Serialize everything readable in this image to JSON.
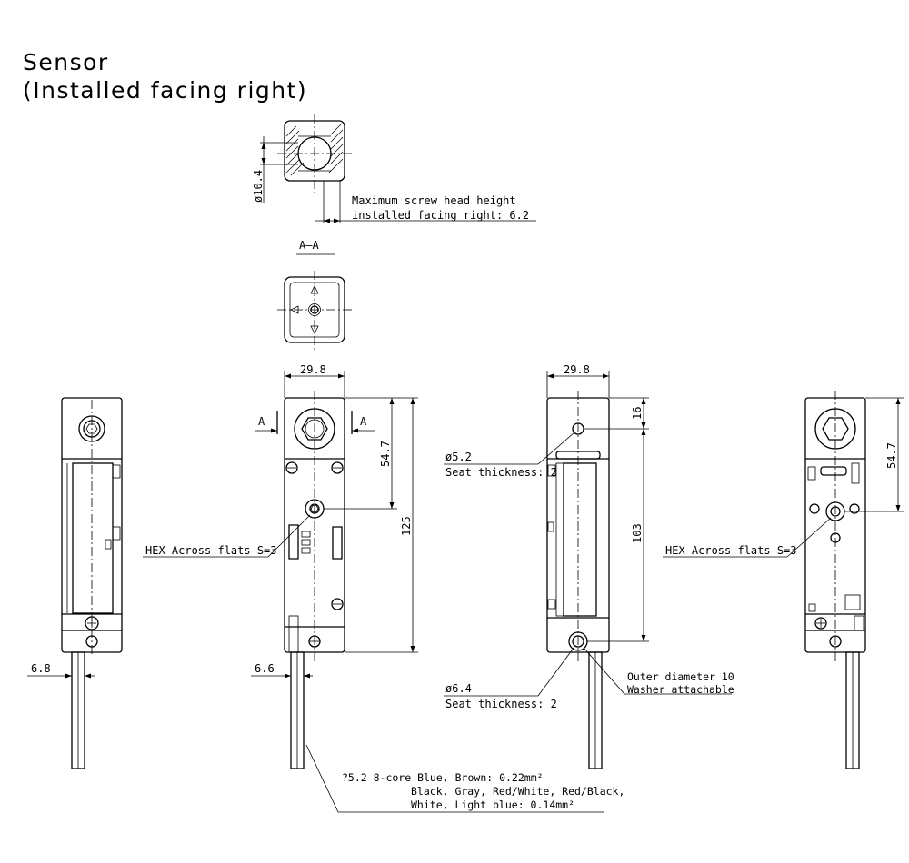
{
  "title": {
    "line1": "Sensor",
    "line2": "(Installed facing right)"
  },
  "section": {
    "label": "A–A",
    "diameter": "ø10.4",
    "screw_note_line1": "Maximum screw head height",
    "screw_note_line2": "installed facing right: 6.2"
  },
  "view2": {
    "width": "29.8",
    "height": "125",
    "offset": "54.7",
    "section_mark": "A",
    "hex_note": "HEX Across-flats S=3",
    "cable_offset": "6.6"
  },
  "view1": {
    "cable_offset": "6.8"
  },
  "view3": {
    "width": "29.8",
    "top_offset": "16",
    "pitch": "103",
    "hole1_dia": "ø5.2",
    "hole1_seat": "Seat thickness: 2",
    "hole2_dia": "ø6.4",
    "hole2_seat": "Seat thickness: 2",
    "washer_line1": "Outer diameter 10",
    "washer_line2": "Washer attachable"
  },
  "view4": {
    "offset": "54.7",
    "hex_note": "HEX Across-flats S=3"
  },
  "cable": {
    "line1": "?5.2 8-core Blue, Brown: 0.22mm²",
    "line2": "Black, Gray, Red/White, Red/Black,",
    "line3": "White, Light blue: 0.14mm²"
  }
}
